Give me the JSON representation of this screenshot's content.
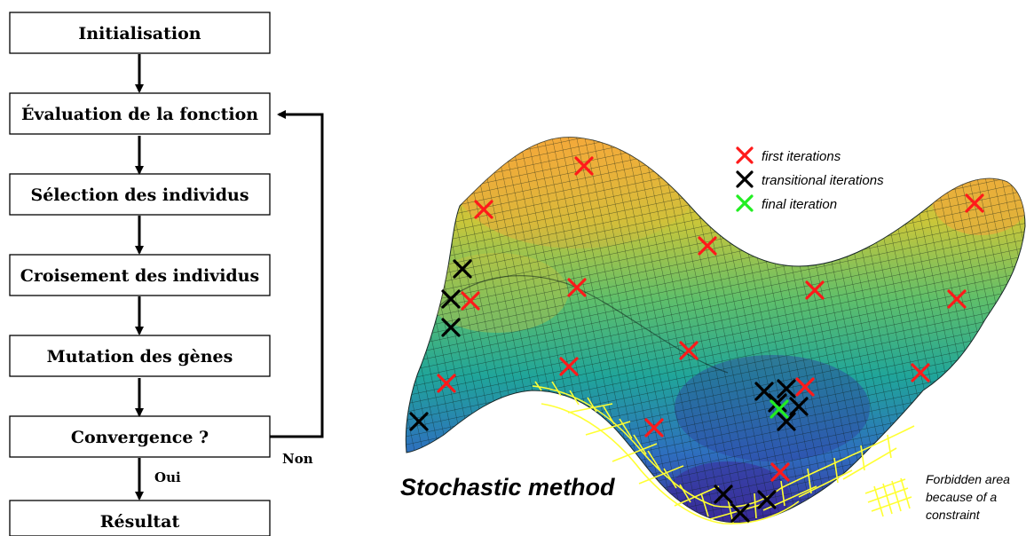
{
  "flowchart": {
    "steps": [
      "Initialisation",
      "Évaluation de la fonction",
      "Sélection des individus",
      "Croisement des individus",
      "Mutation des gènes",
      "Convergence ?",
      "Résultat"
    ],
    "edge_yes": "Oui",
    "edge_no": "Non"
  },
  "surface_figure": {
    "title": "Stochastic method",
    "legend": {
      "first": "first iterations",
      "transitional": "transitional iterations",
      "final": "final iteration"
    },
    "forbidden": [
      "Forbidden area",
      "because of a",
      "constraint"
    ],
    "colors": {
      "first": "#ff1a1a",
      "transitional": "#000000",
      "final": "#22ee22",
      "forbidden": "#ffff33",
      "surface_low": "#3b2a9a",
      "surface_mid": "#2aa58c",
      "surface_high": "#f2a93b"
    }
  }
}
